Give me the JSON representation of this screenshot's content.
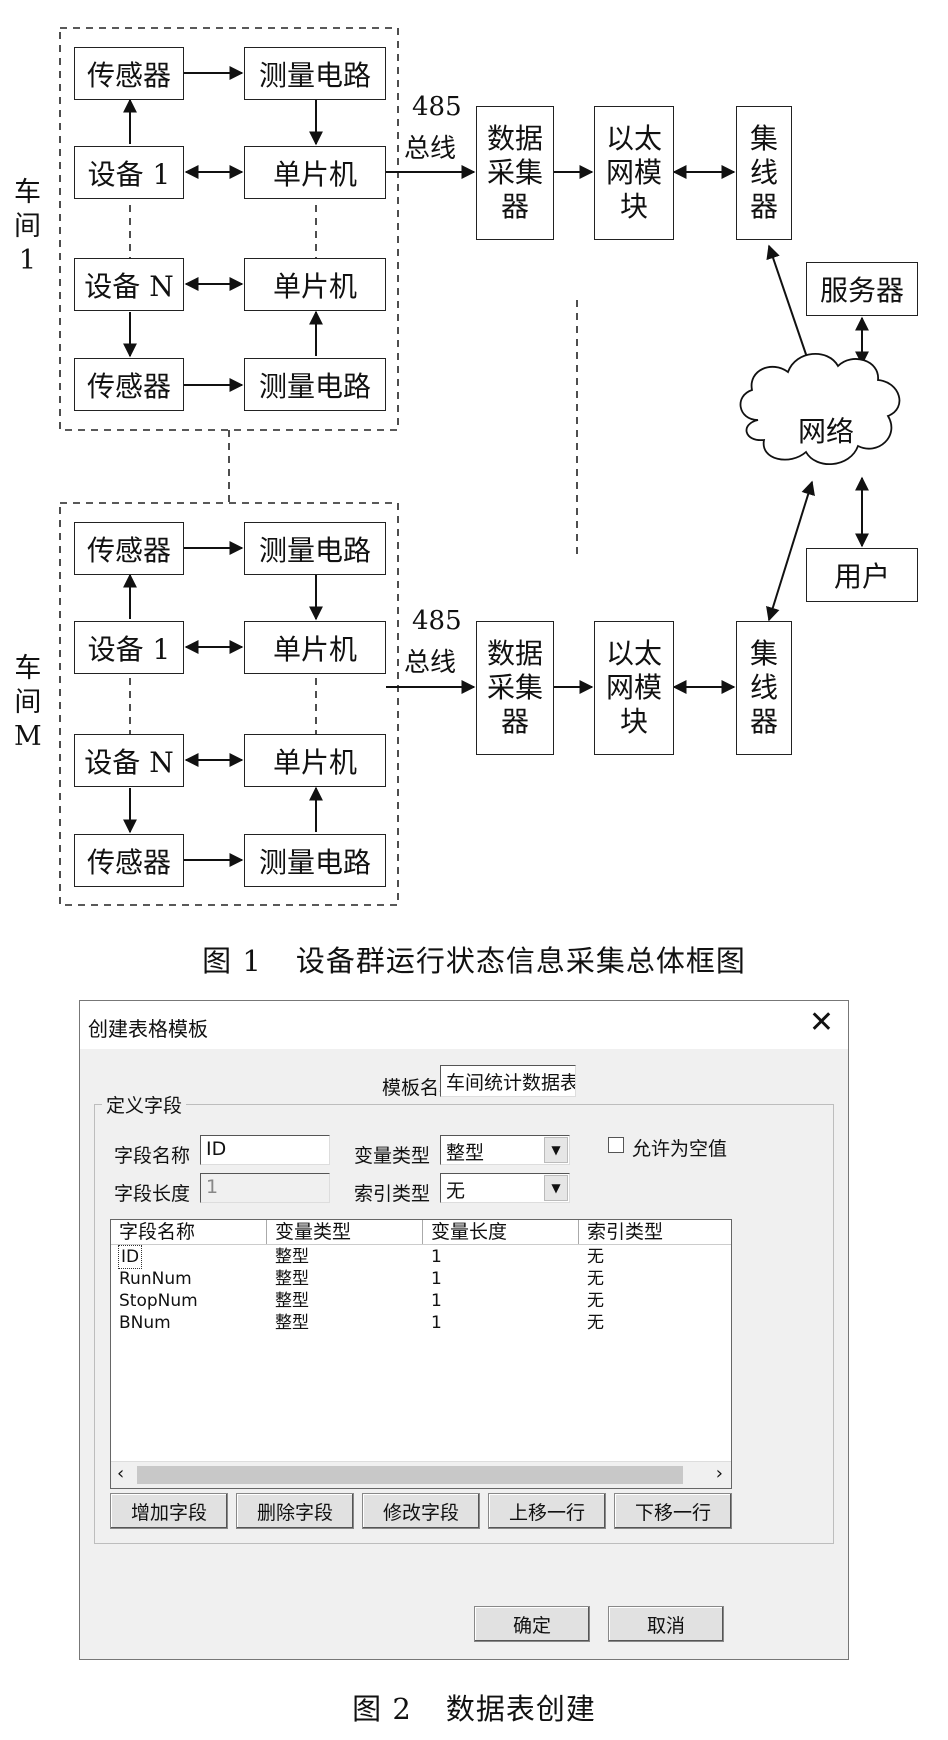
{
  "figure1": {
    "caption_num": "图 1",
    "caption_text": "设备群运行状态信息采集总体框图",
    "workshop1_label": [
      "车",
      "间",
      "1"
    ],
    "workshopM_label": [
      "车",
      "间",
      "M"
    ],
    "sensor": "传感器",
    "measure": "测量电路",
    "device1": "设备 1",
    "deviceN": "设备 N",
    "mcu": "单片机",
    "bus_label_top": "485",
    "bus_label_bottom": "总线",
    "collector": [
      "数据",
      "采集",
      "器"
    ],
    "ethernet": [
      "以太",
      "网模",
      "块"
    ],
    "hub": [
      "集",
      "线",
      "器"
    ],
    "server": "服务器",
    "network": "网络",
    "user": "用户"
  },
  "figure2": {
    "caption_num": "图 2",
    "caption_text": "数据表创建"
  },
  "dialog": {
    "title": "创建表格模板",
    "close": "✕",
    "template_name_label": "模板名称",
    "template_name_value": "车间统计数据表",
    "group_label": "定义字段",
    "field_name_label": "字段名称",
    "field_name_value": "ID",
    "field_length_label": "字段长度",
    "field_length_value": "1",
    "var_type_label": "变量类型",
    "var_type_value": "整型",
    "index_type_label": "索引类型",
    "index_type_value": "无",
    "allow_null_label": "允许为空值",
    "allow_null_checked": false,
    "columns": [
      "字段名称",
      "变量类型",
      "变量长度",
      "索引类型"
    ],
    "rows": [
      [
        "ID",
        "整型",
        "1",
        "无"
      ],
      [
        "RunNum",
        "整型",
        "1",
        "无"
      ],
      [
        "StopNum",
        "整型",
        "1",
        "无"
      ],
      [
        "BNum",
        "整型",
        "1",
        "无"
      ]
    ],
    "buttons": [
      "增加字段",
      "删除字段",
      "修改字段",
      "上移一行",
      "下移一行"
    ],
    "ok": "确定",
    "cancel": "取消"
  }
}
